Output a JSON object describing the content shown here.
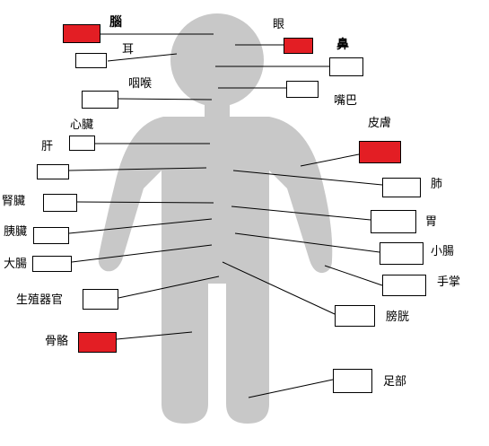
{
  "colors": {
    "body": "#c8c8c8",
    "highlight": "#e31e24",
    "line": "#000000"
  },
  "labels": {
    "brain": "腦",
    "ear": "耳",
    "throat": "咽喉",
    "eye": "眼",
    "nose": "鼻",
    "mouth": "嘴巴",
    "heart": "心臟",
    "liver": "肝",
    "skin": "皮膚",
    "kidney": "腎臟",
    "lung": "肺",
    "pancreas": "胰臟",
    "stomach": "胃",
    "large_intestine": "大腸",
    "small_intestine": "小腸",
    "palm": "手掌",
    "reproductive": "生殖器官",
    "bladder": "膀胱",
    "bone": "骨骼",
    "foot": "足部"
  },
  "filled_boxes": [
    "brain",
    "eye",
    "skin",
    "bone"
  ]
}
